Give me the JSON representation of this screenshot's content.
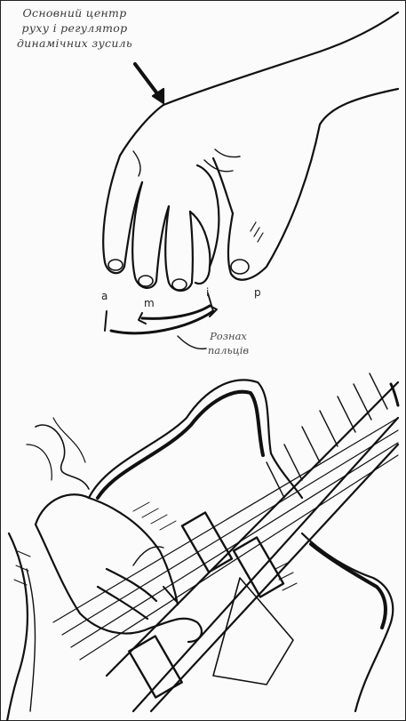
{
  "captions": {
    "wrist_line1": "Основний центр",
    "wrist_line2": "руху і регулятор",
    "wrist_line3": "динамічних зусиль",
    "fingers_line1": "Рознах",
    "fingers_line2": "пальців"
  },
  "finger_labels": {
    "a": "a",
    "m": "m",
    "i": "i",
    "p": "p"
  }
}
